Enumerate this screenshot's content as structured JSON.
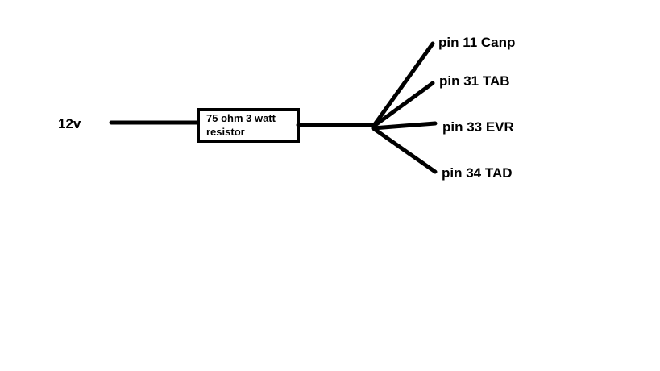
{
  "source": {
    "label": "12v"
  },
  "resistor": {
    "line1": "75 ohm 3 watt",
    "line2": "resistor"
  },
  "pins": [
    {
      "label": "pin 11 Canp"
    },
    {
      "label": "pin 31 TAB"
    },
    {
      "label": "pin 33 EVR"
    },
    {
      "label": "pin 34 TAD"
    }
  ],
  "colors": {
    "ink": "#000000",
    "background": "#ffffff"
  }
}
